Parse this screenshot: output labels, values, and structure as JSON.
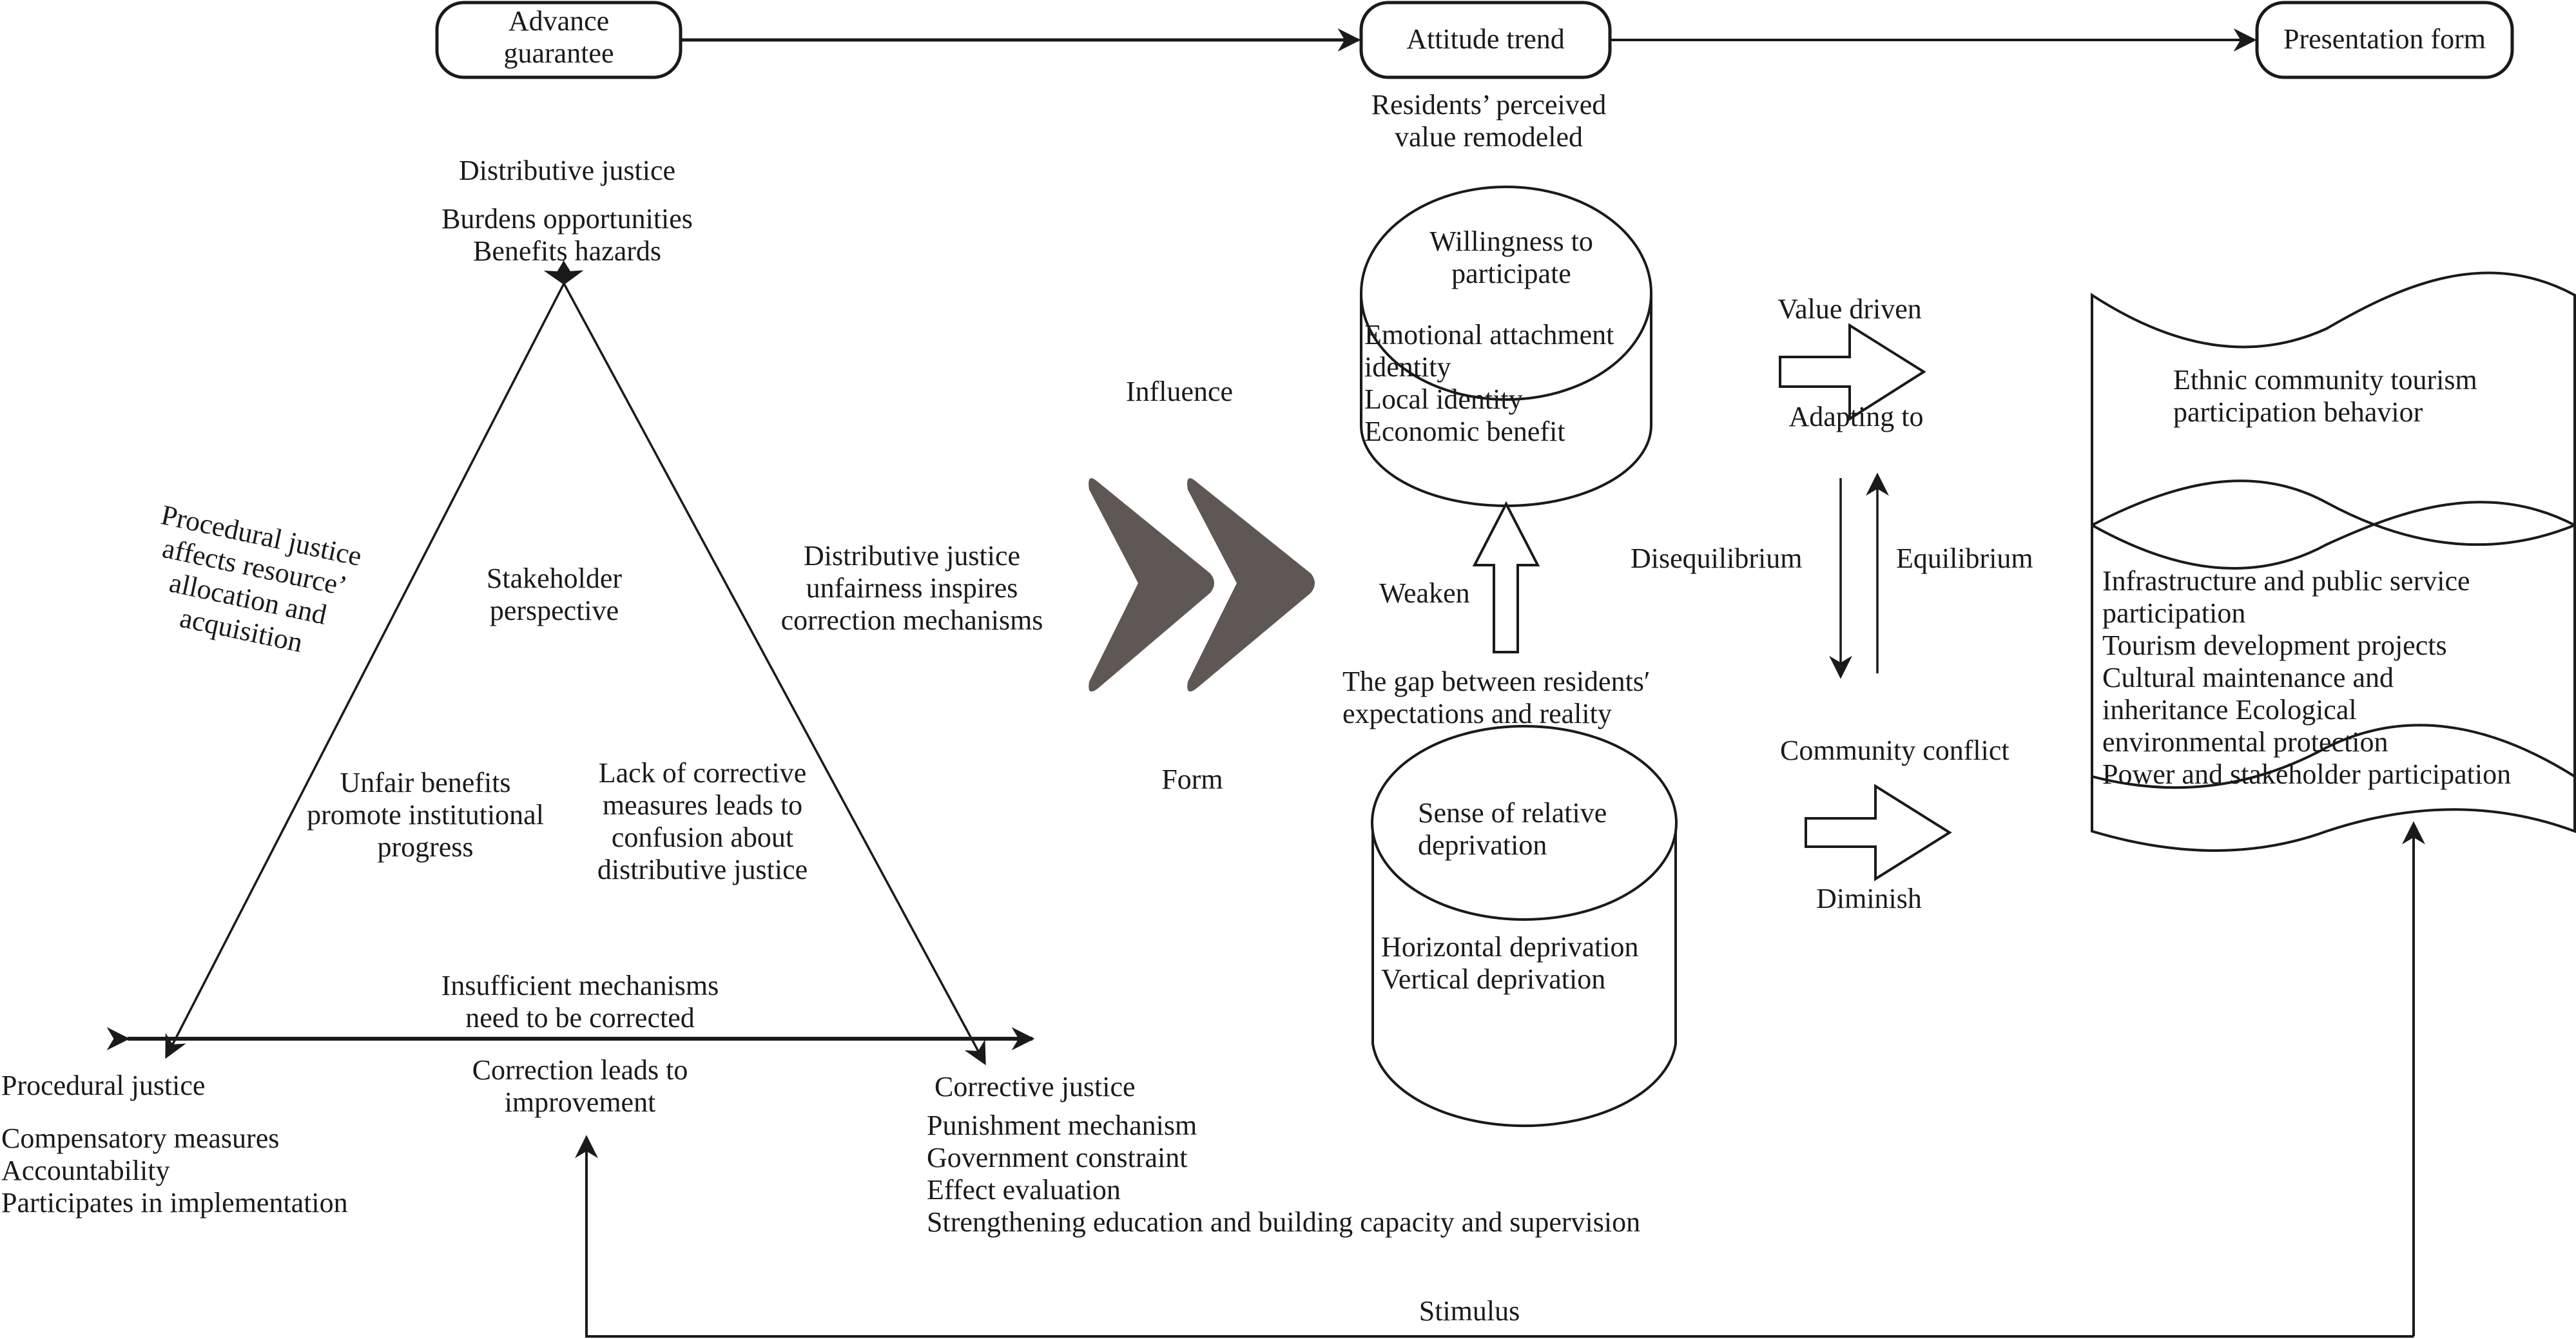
{
  "top_flow": {
    "advance_guarantee": [
      "Advance",
      "guarantee"
    ],
    "attitude_trend": "Attitude trend",
    "presentation_form": "Presentation form",
    "attitude_caption": [
      "Residents’ perceived",
      "value remodeled"
    ]
  },
  "triangle": {
    "apex": {
      "title": "Distributive justice",
      "items": [
        "Burdens opportunities",
        "Benefits hazards"
      ]
    },
    "left_vertex": {
      "title": "Procedural justice",
      "items": [
        "Compensatory measures",
        "Accountability",
        "Participates in implementation"
      ]
    },
    "right_vertex": {
      "title": "Corrective justice",
      "items": [
        "Punishment mechanism",
        "Government constraint",
        "Effect evaluation",
        "Strengthening education and building capacity and supervision"
      ]
    },
    "left_edge_label": [
      "Procedural justice",
      "affects resource’",
      "allocation and",
      "acquisition"
    ],
    "right_edge_label": [
      "Distributive justice",
      "unfairness inspires",
      "correction mechanisms"
    ],
    "center_label": [
      "Stakeholder",
      "perspective"
    ],
    "inner_left_label": [
      "Unfair benefits",
      "promote institutional",
      "progress"
    ],
    "inner_right_label": [
      "Lack of corrective",
      "measures leads to",
      "confusion about",
      "distributive justice"
    ],
    "base_top_label": [
      "Insufficient mechanisms",
      "need to be corrected"
    ],
    "base_bottom_label": [
      "Correction leads to",
      "improvement"
    ]
  },
  "middle": {
    "influence": "Influence",
    "form": "Form",
    "willingness": {
      "title": [
        "Willingness to",
        "participate"
      ],
      "items": [
        "Emotional attachment",
        "identity",
        "Local identity",
        "Economic benefit"
      ]
    },
    "weaken": "Weaken",
    "gap_label": [
      "The gap between residents′",
      "expectations and reality"
    ],
    "deprivation": {
      "title": [
        "Sense of relative",
        "deprivation"
      ],
      "items": [
        "Horizontal deprivation",
        "Vertical deprivation"
      ]
    }
  },
  "right_middle": {
    "value_driven": "Value driven",
    "adapting_to": "Adapting to",
    "disequilibrium": "Disequilibrium",
    "equilibrium": "Equilibrium",
    "community_conflict": "Community conflict",
    "diminish": "Diminish"
  },
  "outcome": {
    "title": [
      "Ethnic community tourism",
      "participation behavior"
    ],
    "items": [
      "Infrastructure and public service",
      "participation",
      "Tourism development projects",
      "Cultural maintenance and",
      "inheritance Ecological",
      "environmental protection",
      "Power and stakeholder participation"
    ]
  },
  "feedback": {
    "stimulus": "Stimulus"
  },
  "colors": {
    "line": "#1a1a1a",
    "chevron": "#5e5753",
    "background": "#ffffff"
  }
}
